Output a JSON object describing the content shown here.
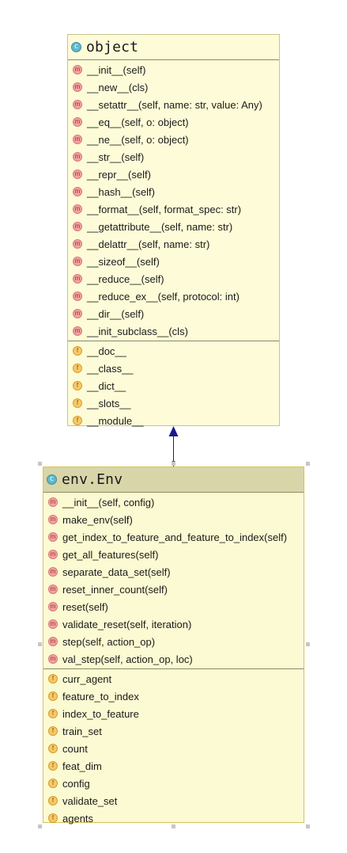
{
  "diagram": {
    "classes": [
      {
        "id": "object",
        "title": "object",
        "icon": "c",
        "methods": [
          "__init__(self)",
          "__new__(cls)",
          "__setattr__(self, name: str, value: Any)",
          "__eq__(self, o: object)",
          "__ne__(self, o: object)",
          "__str__(self)",
          "__repr__(self)",
          "__hash__(self)",
          "__format__(self, format_spec: str)",
          "__getattribute__(self, name: str)",
          "__delattr__(self, name: str)",
          "__sizeof__(self)",
          "__reduce__(self)",
          "__reduce_ex__(self, protocol: int)",
          "__dir__(self)",
          "__init_subclass__(cls)"
        ],
        "fields": [
          "__doc__",
          "__class__",
          "__dict__",
          "__slots__",
          "__module__"
        ]
      },
      {
        "id": "env",
        "title": "env.Env",
        "icon": "c",
        "methods": [
          "__init__(self, config)",
          "make_env(self)",
          "get_index_to_feature_and_feature_to_index(self)",
          "get_all_features(self)",
          "separate_data_set(self)",
          "reset_inner_count(self)",
          "reset(self)",
          "validate_reset(self, iteration)",
          "step(self, action_op)",
          "val_step(self, action_op, loc)"
        ],
        "fields": [
          "curr_agent",
          "feature_to_index",
          "index_to_feature",
          "train_set",
          "count",
          "feat_dim",
          "config",
          "validate_set",
          "agents"
        ]
      }
    ],
    "method_icon": "m",
    "field_icon": "f",
    "colors": {
      "box_fill": "#fefcd8",
      "selected_header": "#d8d6a9",
      "arrow": "#1a1a8c"
    }
  }
}
